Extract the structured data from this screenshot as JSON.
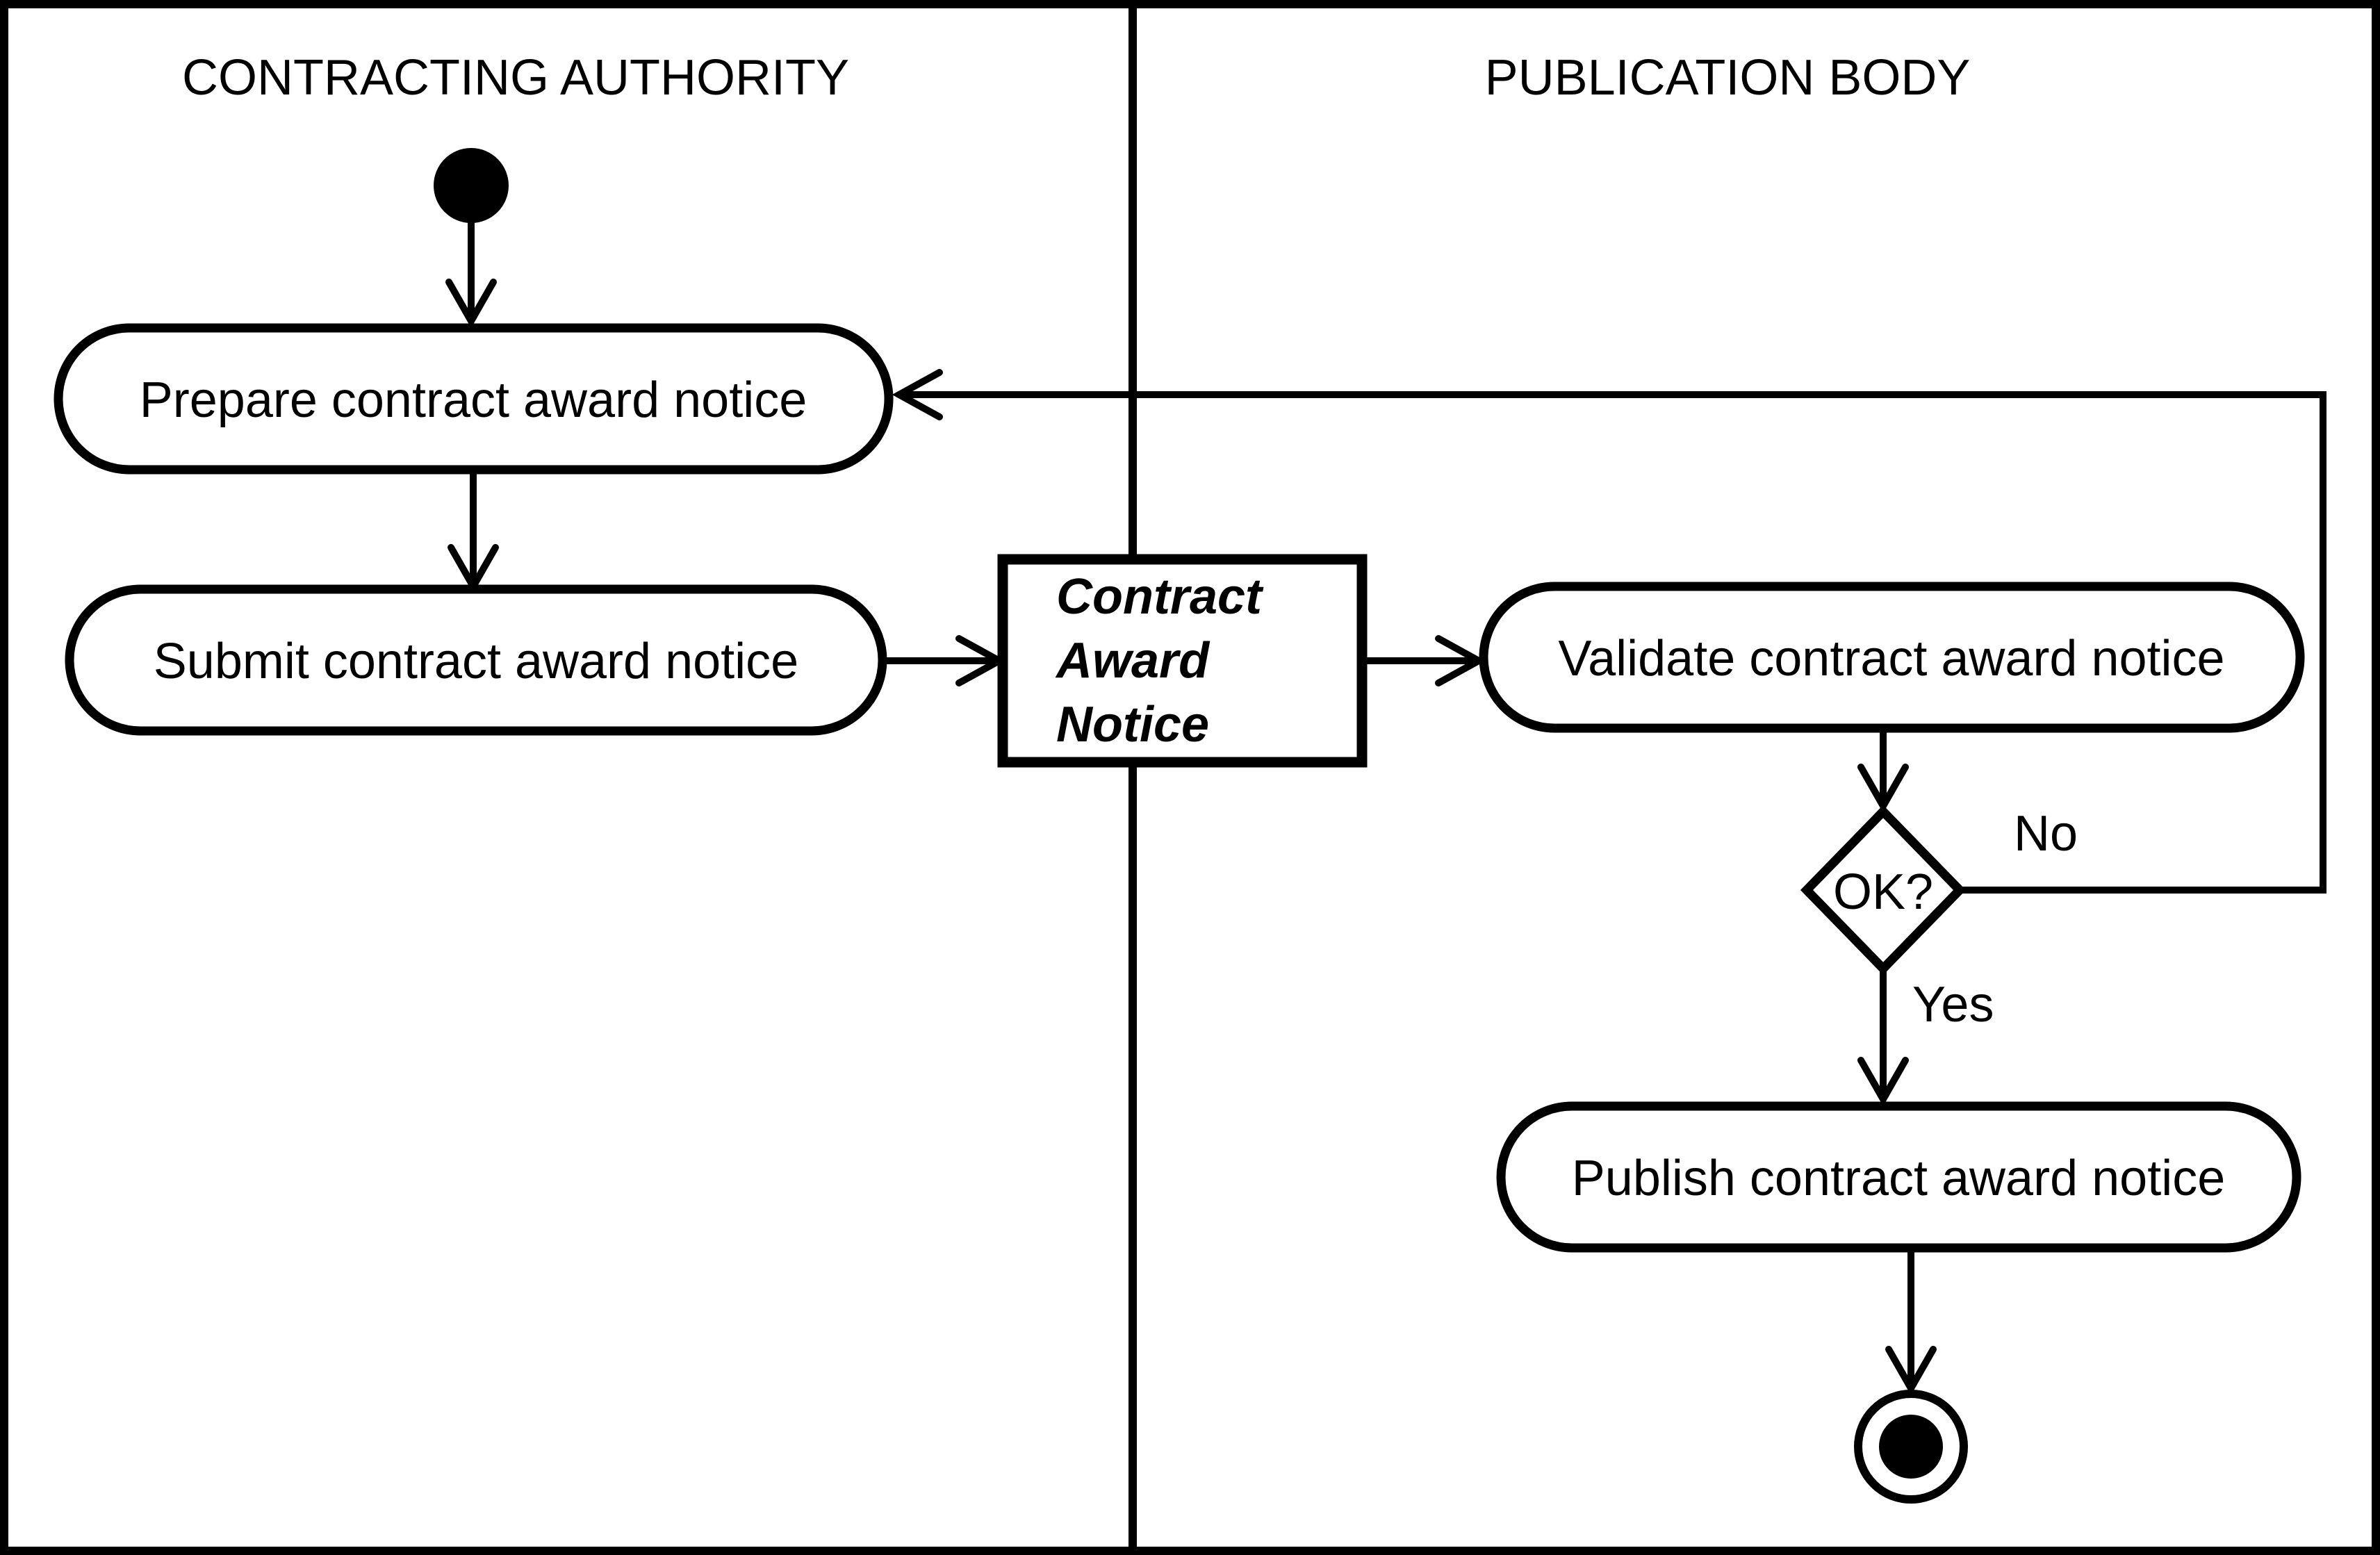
{
  "diagram": {
    "type": "uml-activity-swimlane-diagram",
    "colors": {
      "ink": "#000000",
      "paper": "#ffffff"
    },
    "lanes": [
      {
        "title": "CONTRACTING AUTHORITY"
      },
      {
        "title": "PUBLICATION BODY"
      }
    ],
    "nodes": {
      "initial": {
        "kind": "initial-state"
      },
      "prepare": {
        "label": "Prepare contract award notice"
      },
      "submit": {
        "label": "Submit contract award notice"
      },
      "object": {
        "lines": [
          "Contract",
          "Award",
          "Notice"
        ]
      },
      "validate": {
        "label": "Validate contract award notice"
      },
      "decision": {
        "label": "OK?"
      },
      "publish": {
        "label": "Publish contract award notice"
      },
      "final": {
        "kind": "final-state"
      }
    },
    "edges": {
      "no_label": "No",
      "yes_label": "Yes"
    }
  }
}
